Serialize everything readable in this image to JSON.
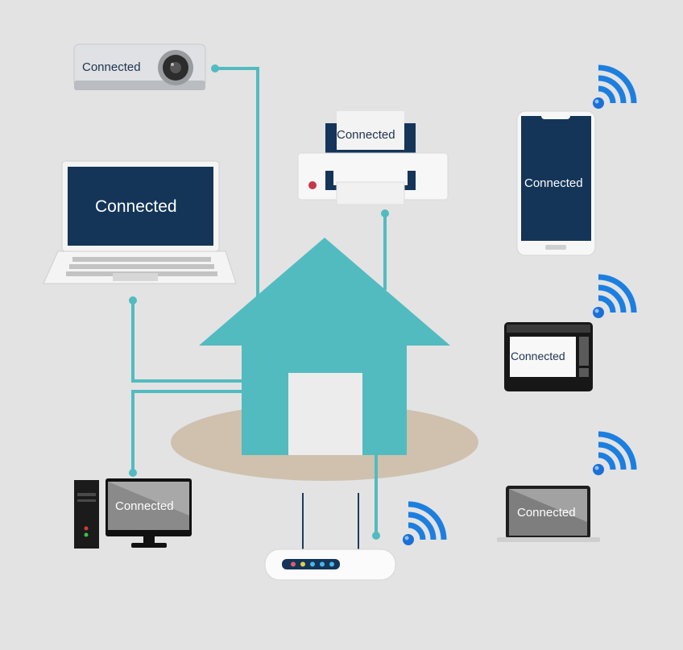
{
  "colors": {
    "background": "#e3e3e4",
    "house": "#52bbc0",
    "ground": "#cfc1ae",
    "connector": "#52bbc0",
    "screen_dark": "#143558",
    "wifi_blue": "#1c6fd6"
  },
  "devices": {
    "projector": {
      "icon": "projector-icon",
      "status": "Connected"
    },
    "printer": {
      "icon": "printer-icon",
      "status": "Connected"
    },
    "laptop": {
      "icon": "laptop-icon",
      "status": "Connected"
    },
    "smartphone": {
      "icon": "smartphone-icon",
      "status": "Connected"
    },
    "tablet": {
      "icon": "tablet-icon",
      "status": "Connected"
    },
    "desktop": {
      "icon": "desktop-computer-icon",
      "status": "Connected"
    },
    "macbook": {
      "icon": "laptop-icon",
      "status": "Connected"
    }
  },
  "center": {
    "icon": "house-icon"
  },
  "router": {
    "icon": "router-icon"
  },
  "wifi": {
    "icon": "wifi-signal-icon"
  }
}
